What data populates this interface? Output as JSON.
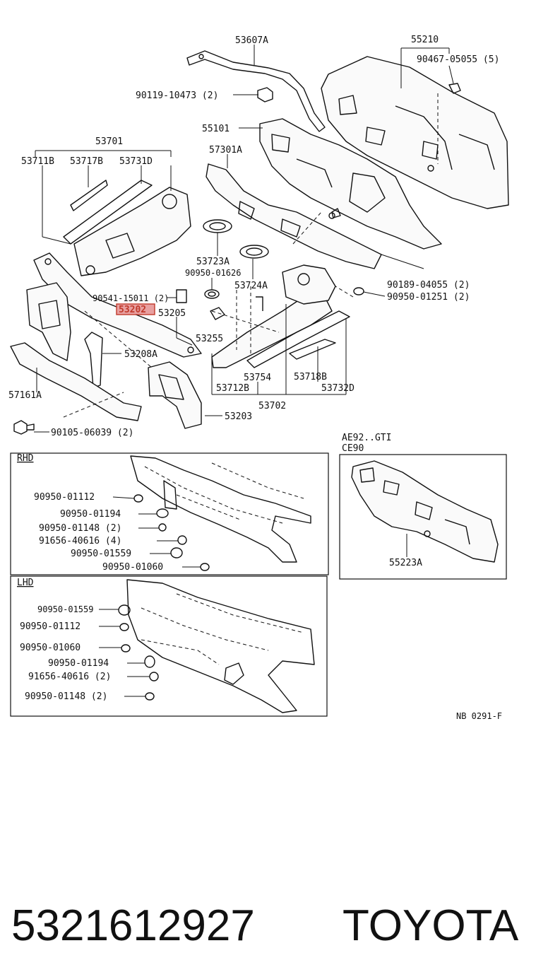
{
  "labels": {
    "l53607a": "53607A",
    "l55210": "55210",
    "l90467": "90467-05055 (5)",
    "l90119": "90119-10473 (2)",
    "l55101": "55101",
    "l53701": "53701",
    "l53711b": "53711B",
    "l53717b": "53717B",
    "l53731d": "53731D",
    "l57301a": "57301A",
    "l53723a": "53723A",
    "l90950_01626": "90950-01626",
    "l53724a": "53724A",
    "l90189": "90189-04055 (2)",
    "l90950_01251": "90950-01251 (2)",
    "l90541": "90541-15011 (2)",
    "l53202": "53202",
    "l53205": "53205",
    "l53255": "53255",
    "l53208a": "53208A",
    "l53754": "53754",
    "l53718b": "53718B",
    "l57161a": "57161A",
    "l53712b": "53712B",
    "l53732d": "53732D",
    "l53702": "53702",
    "l53203": "53203",
    "l90105": "90105-06039 (2)",
    "l_ae92": "AE92..GTI",
    "l_ce90": "CE90",
    "l55223a": "55223A",
    "nb": "NB  0291-F"
  },
  "rhd": {
    "title": "RHD",
    "items": [
      "90950-01112",
      "90950-01194",
      "90950-01148 (2)",
      "91656-40616 (4)",
      "90950-01559",
      "90950-01060"
    ]
  },
  "lhd": {
    "title": "LHD",
    "items": [
      "90950-01559",
      "90950-01112",
      "90950-01060",
      "90950-01194",
      "91656-40616 (2)",
      "90950-01148 (2)"
    ]
  },
  "footer": {
    "part_number": "5321612927",
    "brand": "TOYOTA"
  },
  "colors": {
    "highlight": "#c0392b",
    "ink": "#111111"
  }
}
